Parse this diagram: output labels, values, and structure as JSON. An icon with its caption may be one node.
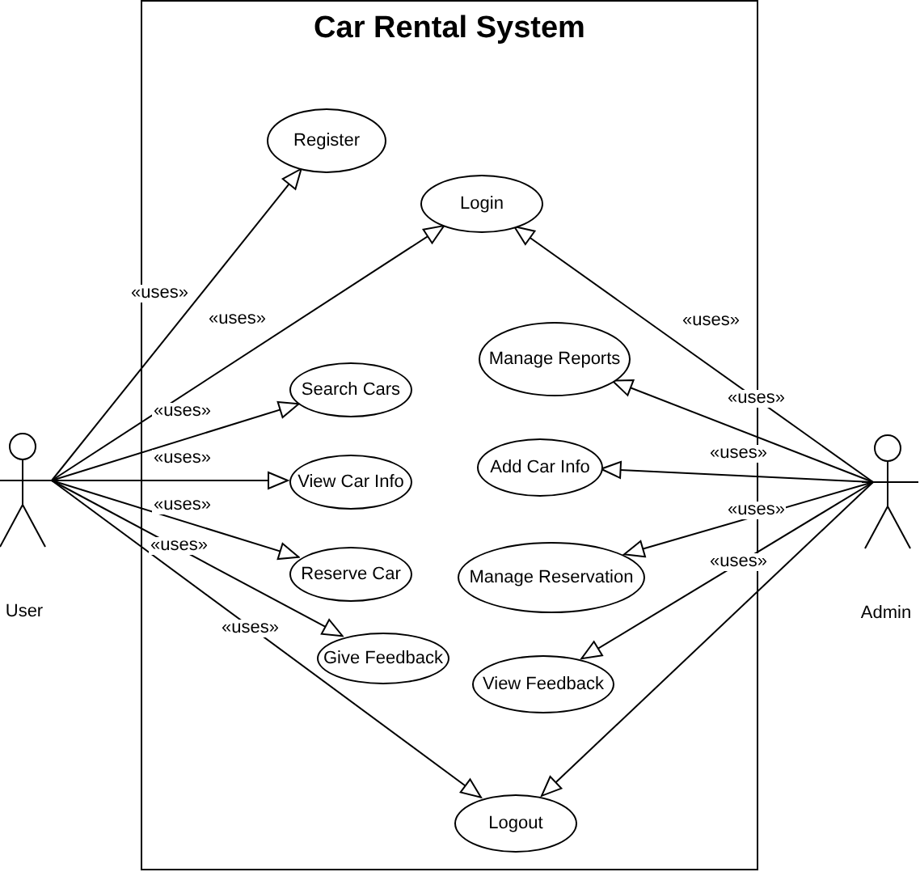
{
  "diagram": {
    "nodes": [
      {
        "text": [
          "Car Rental System"
        ]
      },
      {
        "text": [
          "User"
        ]
      },
      {
        "text": [
          "Register"
        ],
        "in": 0
      },
      {
        "text": [
          "Login"
        ],
        "in": 0
      },
      {
        "text": [
          "Search Cars"
        ],
        "in": 0
      },
      {
        "text": [
          "View Car Info"
        ],
        "in": 0
      },
      {
        "text": [
          "Reserve Car"
        ],
        "in": 0
      },
      {
        "text": [
          "Give Feedback"
        ],
        "in": 0
      },
      {
        "text": [
          "Manage Reports"
        ],
        "in": 0
      },
      {
        "text": [
          "Add Car Info"
        ],
        "in": 0
      },
      {
        "text": [
          "Manage Reservation"
        ],
        "in": 0
      },
      {
        "text": [
          "View Feedback"
        ],
        "in": 0
      },
      {
        "text": [
          "Logout"
        ],
        "in": 0
      },
      {
        "text": [
          "Admin"
        ]
      }
    ],
    "edges": [
      {
        "from": 1,
        "to": 2,
        "arrow": "to",
        "label": "«uses»"
      },
      {
        "from": 1,
        "to": 3,
        "arrow": "to",
        "label": "«uses»"
      },
      {
        "from": 1,
        "to": 4,
        "arrow": "to",
        "label": "«uses»"
      },
      {
        "from": 1,
        "to": 5,
        "arrow": "to",
        "label": "«uses»"
      },
      {
        "from": 1,
        "to": 6,
        "arrow": "to",
        "label": "«uses»"
      },
      {
        "from": 1,
        "to": 7,
        "arrow": "to",
        "label": "«uses»"
      },
      {
        "from": 1,
        "to": 12,
        "arrow": "to",
        "label": "«uses»"
      },
      {
        "from": 13,
        "to": 3,
        "arrow": "to",
        "label": "«uses»"
      },
      {
        "from": 13,
        "to": 8,
        "arrow": "to",
        "label": "«uses»"
      },
      {
        "from": 13,
        "to": 9,
        "arrow": "to",
        "label": "«uses»"
      },
      {
        "from": 13,
        "to": 10,
        "arrow": "to",
        "label": "«uses»"
      },
      {
        "from": 13,
        "to": 11,
        "arrow": "to",
        "label": "«uses»"
      },
      {
        "from": 13,
        "to": 12,
        "arrow": "to"
      }
    ]
  }
}
